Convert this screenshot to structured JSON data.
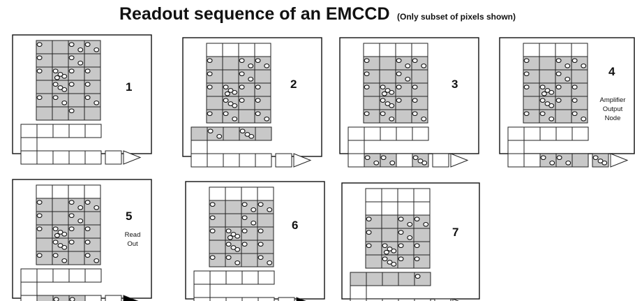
{
  "title": "Readout sequence of an EMCCD",
  "subtitle": "(Only subset of pixels shown)",
  "colors": {
    "filled_pixel": "#c8c8c8",
    "empty_pixel": "#ffffff",
    "outline": "#222222"
  },
  "panels": [
    {
      "number": "1",
      "amp_active": false,
      "label": ""
    },
    {
      "number": "2",
      "amp_active": false,
      "label": ""
    },
    {
      "number": "3",
      "amp_active": false,
      "label": ""
    },
    {
      "number": "4",
      "amp_active": false,
      "label": "Amplifier\nOutput\nNode"
    },
    {
      "number": "5",
      "amp_active": true,
      "label": "Read\nOut"
    },
    {
      "number": "6",
      "amp_active": true,
      "label": ""
    },
    {
      "number": "7",
      "amp_active": false,
      "label": ""
    }
  ]
}
